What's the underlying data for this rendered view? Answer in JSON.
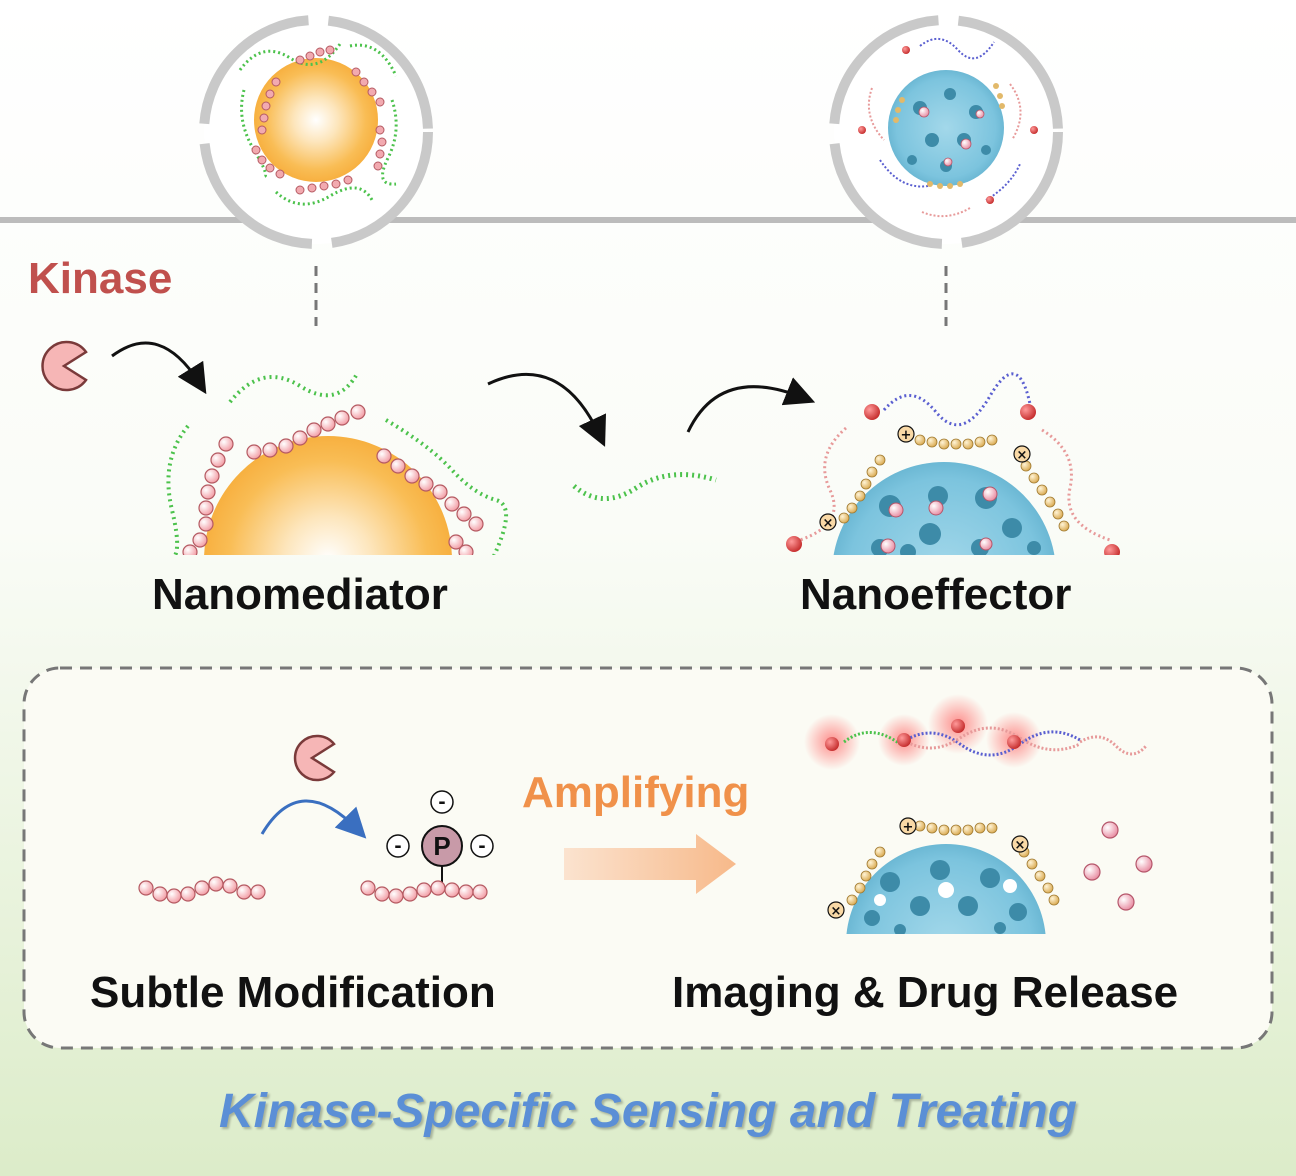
{
  "labels": {
    "kinase": "Kinase",
    "nanomediator": "Nanomediator",
    "nanoeffector": "Nanoeffector",
    "amplifying": "Amplifying",
    "subtle_modification": "Subtle Modification",
    "imaging_drug_release": "Imaging & Drug Release",
    "footer": "Kinase-Specific Sensing and Treating",
    "phosphate": "P",
    "charge_negative": "-",
    "charge_positive": "+",
    "charge_cross": "×"
  },
  "colors": {
    "kinase_red": "#c0504d",
    "amplify_orange": "#f0914a",
    "footer_blue": "#5b8fd6",
    "bead_pink": "#f2aab0",
    "bead_gold": "#e2b96a",
    "green_peptide": "#4cc24c",
    "dna_blue": "#5a5fd0",
    "dna_pink": "#e79a9a",
    "gold_particle": "#f7b645",
    "porous_particle": "#7cc4de",
    "background_bottom": "#dcecc9"
  },
  "icons": {
    "kinase": "pacman-shaped-enzyme-icon",
    "arrow": "curved-arrow-icon",
    "amplify_arrow": "block-arrow-icon"
  }
}
